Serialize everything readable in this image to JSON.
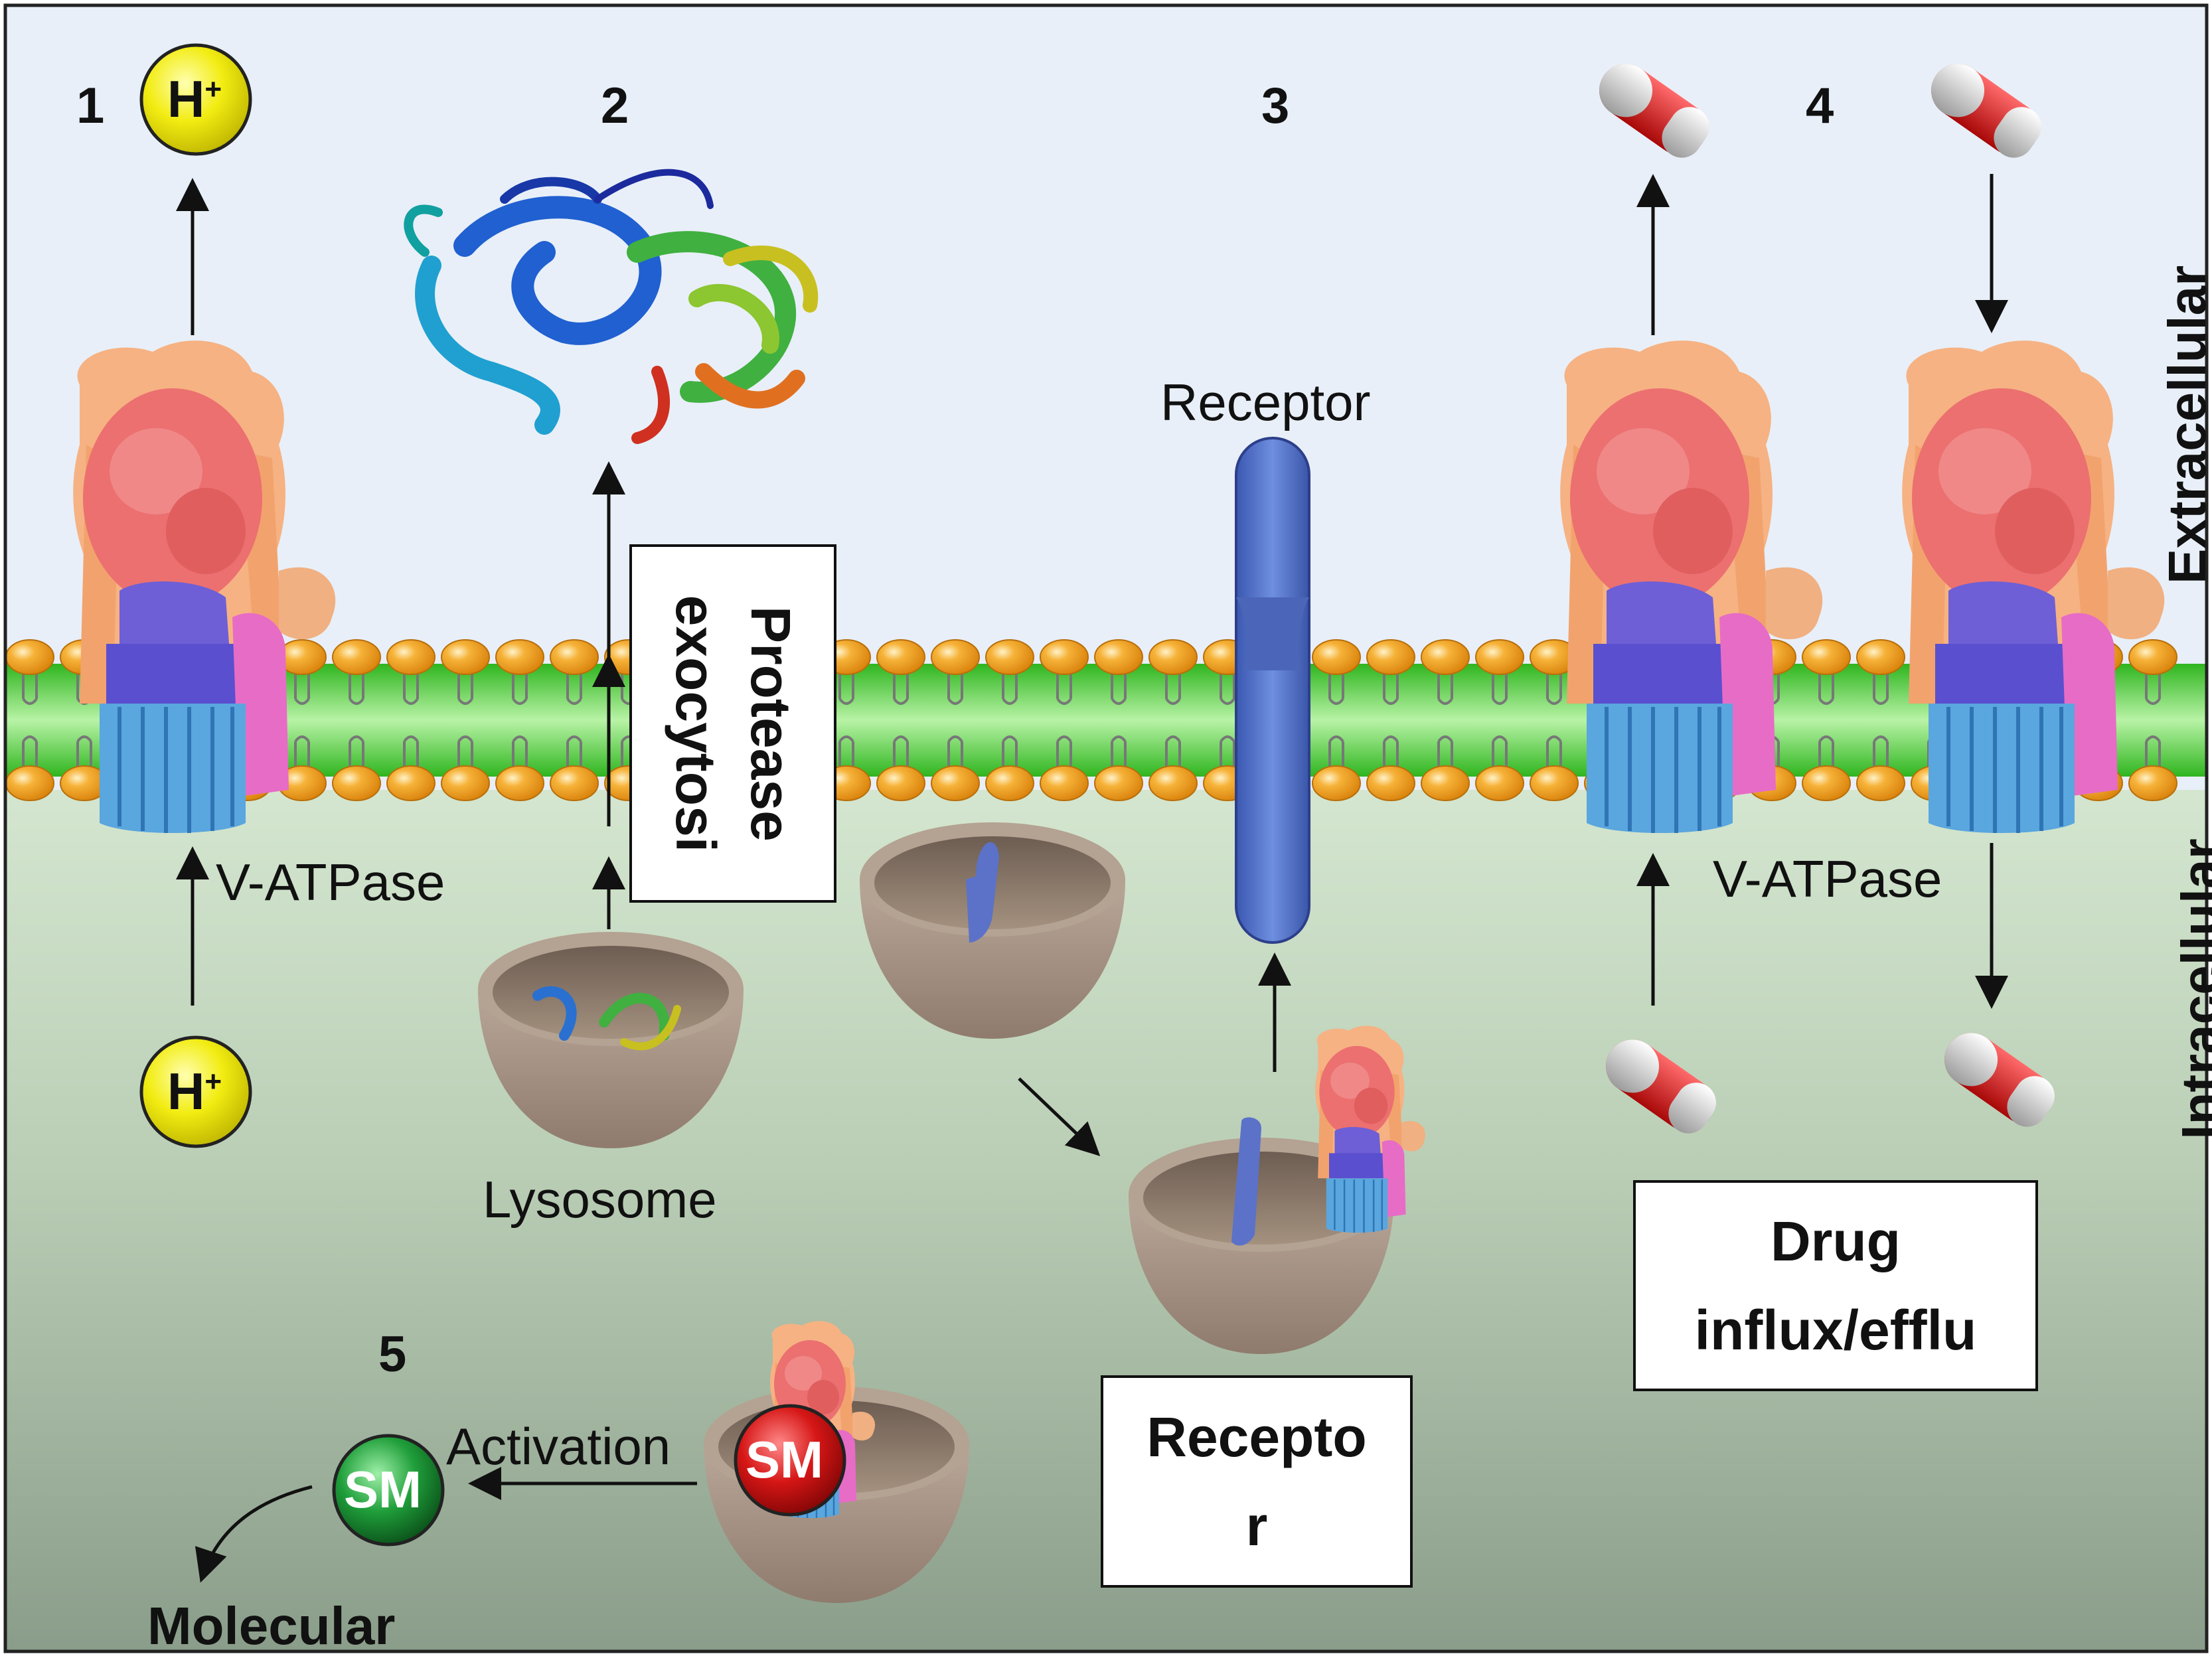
{
  "steps": {
    "s1": "1",
    "s2": "2",
    "s3": "3",
    "s4": "4",
    "s5": "5"
  },
  "ions": {
    "proton_base": "H",
    "proton_sup": "+"
  },
  "labels": {
    "vatpase_left": "V-ATPase",
    "vatpase_right": "V-ATPase",
    "lysosome": "Lysosome",
    "receptor": "Receptor",
    "activation": "Activation",
    "sm_inactive": "SM",
    "sm_active": "SM",
    "molecular": "Molecular",
    "extracellular": "Extracellular",
    "intracellular": "Intracellular"
  },
  "boxes": {
    "protease_line1": "Protease",
    "protease_line2": "exocytosi",
    "receptor_line1": "Recepto",
    "receptor_line2": "r",
    "drug_line1": "Drug",
    "drug_line2": "influx/efflu"
  },
  "colors": {
    "extracellular_bg": "#e8eff8",
    "intracellular_top": "#d2e5cc",
    "intracellular_bottom": "#8b9f8b",
    "membrane_green": "#3fcf2e",
    "lipid_head": "#f2a21c",
    "proton_yellow": "#f3ee12",
    "sm_red": "#d81818",
    "sm_green": "#1e9a3a",
    "receptor_blue": "#5877c8",
    "lysosome_brown": "#a89484"
  }
}
